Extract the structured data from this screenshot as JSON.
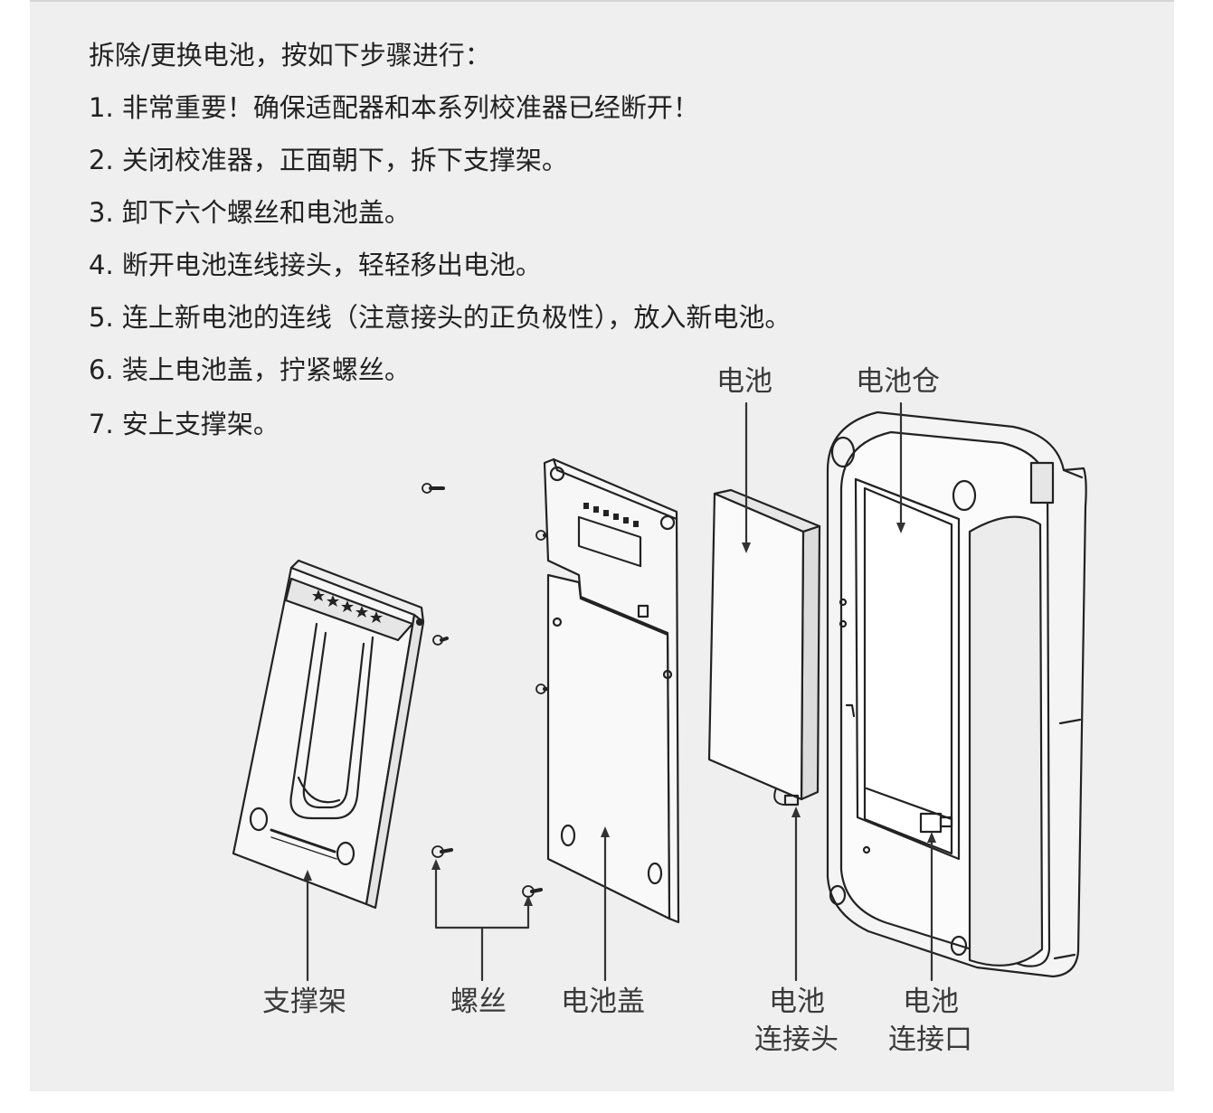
{
  "instructions": {
    "intro": "拆除/更换电池，按如下步骤进行：",
    "steps": [
      "1. 非常重要！确保适配器和本系列校准器已经断开！",
      "2. 关闭校准器，正面朝下，拆下支撑架。",
      "3. 卸下六个螺丝和电池盖。",
      "4. 断开电池连线接头，轻轻移出电池。",
      "5. 连上新电池的连线（注意接头的正负极性），放入新电池。",
      "6. 装上电池盖，拧紧螺丝。",
      "7. 安上支撑架。"
    ]
  },
  "labels": {
    "battery": "电池",
    "battery_compartment": "电池仓",
    "stand": "支撑架",
    "screws": "螺丝",
    "battery_cover": "电池盖",
    "connector_plug_line1": "电池",
    "connector_plug_line2": "连接头",
    "connector_port_line1": "电池",
    "connector_port_line2": "连接口"
  },
  "colors": {
    "panel_background": "#efefef",
    "line": "#222222",
    "text": "#222222"
  }
}
